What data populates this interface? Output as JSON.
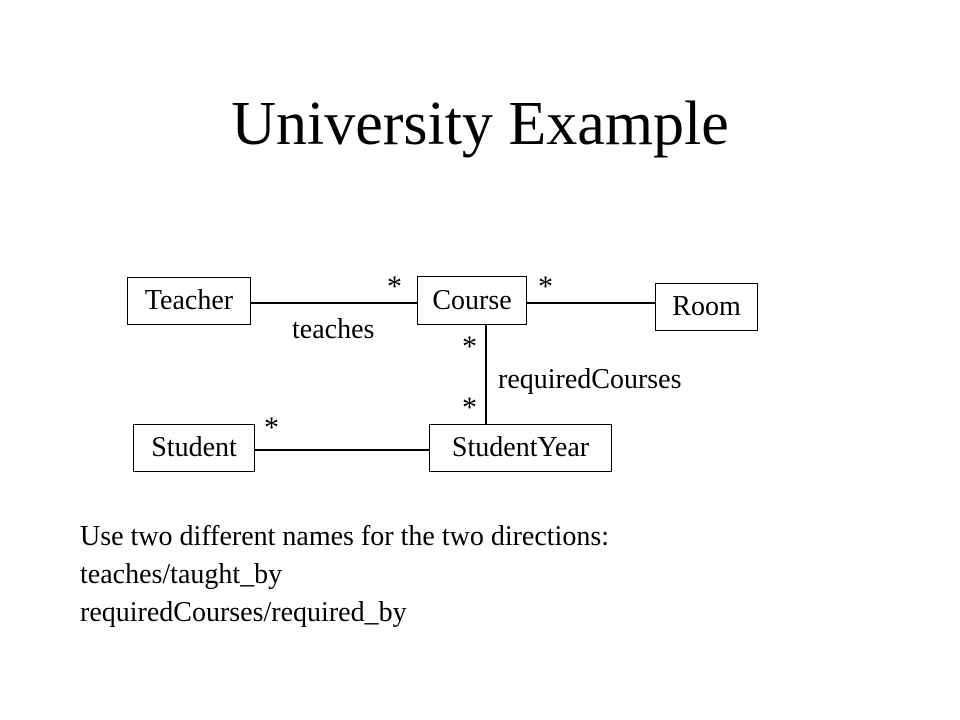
{
  "slide": {
    "title": "University Example"
  },
  "diagram": {
    "classes": {
      "teacher": "Teacher",
      "course": "Course",
      "room": "Room",
      "student": "Student",
      "student_year": "StudentYear"
    },
    "associations": {
      "teaches": {
        "name": "teaches",
        "course_end_multiplicity": "*"
      },
      "course_room": {
        "course_end_multiplicity": "*"
      },
      "required_courses": {
        "name": "requiredCourses",
        "course_end_multiplicity": "*",
        "student_year_end_multiplicity": "*"
      },
      "student_year": {
        "student_end_multiplicity": "*"
      }
    }
  },
  "note": {
    "lines": [
      "Use two different names for the two directions:",
      "teaches/taught_by",
      "requiredCourses/required_by"
    ]
  }
}
